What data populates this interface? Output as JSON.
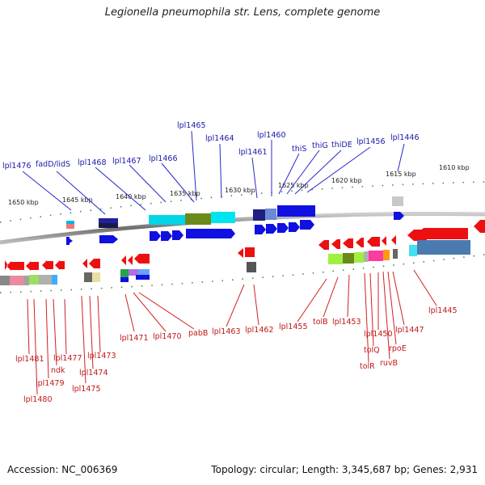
{
  "title": "Legionella pneumophila str. Lens, complete genome",
  "accession": "Accession: NC_006369",
  "summary": "Topology: circular; Length: 3,345,687 bp; Genes: 2,931",
  "ruler": [
    "1650 kbp",
    "1645 kbp",
    "1640 kbp",
    "1635 kbp",
    "1630 kbp",
    "1625 kbp",
    "1620 kbp",
    "1615 kbp",
    "1610 kbp"
  ],
  "top_labels": [
    "lpl1476",
    "fadD/lidS",
    "lpl1468",
    "lpl1467",
    "lpl1466",
    "lpl1465",
    "lpl1464",
    "lpl1461",
    "lpl1460",
    "thiS",
    "thiG",
    "thiDE",
    "lpl1456",
    "lpl1446"
  ],
  "bottom_labels": [
    "lpl1481",
    "lpl1480",
    "lpl1479",
    "ndk",
    "lpl1477",
    "lpl1475",
    "lpl1474",
    "lpl1473",
    "lpl1471",
    "lpl1470",
    "pabB",
    "lpl1463",
    "lpl1462",
    "lpl1455",
    "tolB",
    "lpl1453",
    "tolR",
    "tolQ",
    "lpl1450",
    "ruvB",
    "rpoE",
    "lpl1447",
    "lpl1445"
  ],
  "colors": {
    "forward": "#1010e0",
    "reverse": "#ee1010",
    "top_label": "#1a1aa8",
    "bottom_label": "#c01818",
    "ticks": "#2a8a2a",
    "backbone": "#8a8a8a"
  }
}
